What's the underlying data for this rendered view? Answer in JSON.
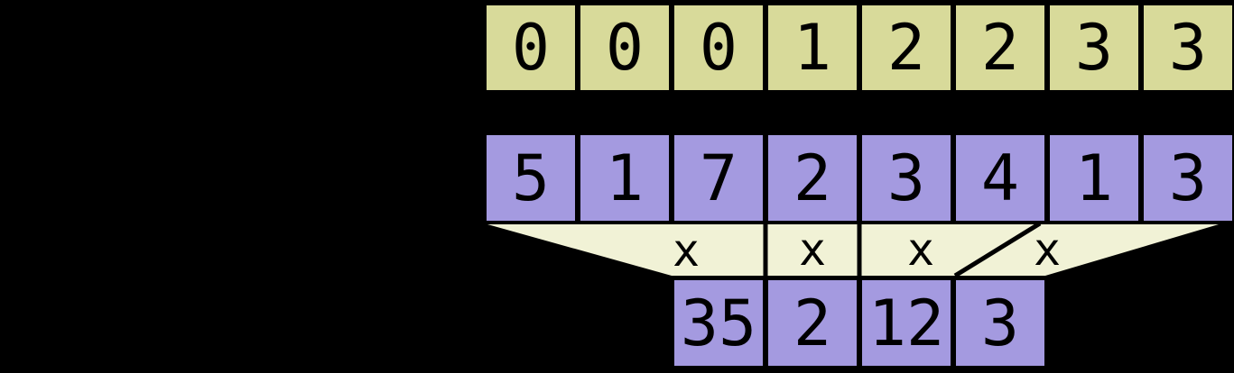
{
  "diagram": {
    "description": "vector-elementwise-multiply-diagram",
    "background_color": "#000000",
    "index_row": {
      "color": "#d8da9a",
      "cells": [
        "0",
        "0",
        "0",
        "1",
        "2",
        "2",
        "3",
        "3"
      ]
    },
    "value_row": {
      "color": "#a49ae0",
      "cells": [
        "5",
        "1",
        "7",
        "2",
        "3",
        "4",
        "1",
        "3"
      ]
    },
    "funnel": {
      "color": "#f1f2d6",
      "operators": [
        "x",
        "x",
        "x",
        "x"
      ]
    },
    "result_row": {
      "color": "#a49ae0",
      "cells": [
        "35",
        "2",
        "12",
        "3"
      ]
    }
  }
}
